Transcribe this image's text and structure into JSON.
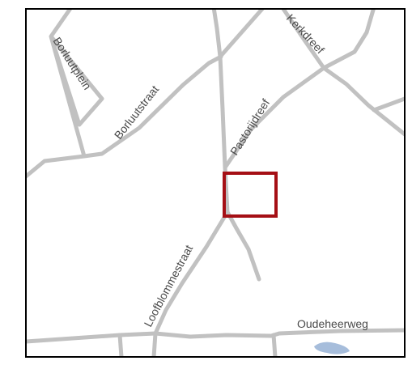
{
  "map": {
    "streets": {
      "borluutplein": "Borluutplein",
      "borluutstraat": "Borluutstraat",
      "pastorijdreef": "Pastorijdreef",
      "kerkdreef": "Kerkdreef",
      "loofblommestraat": "Loofblommestraat",
      "oudeheerweg": "Oudeheerweg"
    },
    "colors": {
      "road": "#c1c1c1",
      "marker": "#a50f15",
      "water": "#a6bddb",
      "frame": "#000000",
      "label": "#4a4a4a"
    }
  }
}
